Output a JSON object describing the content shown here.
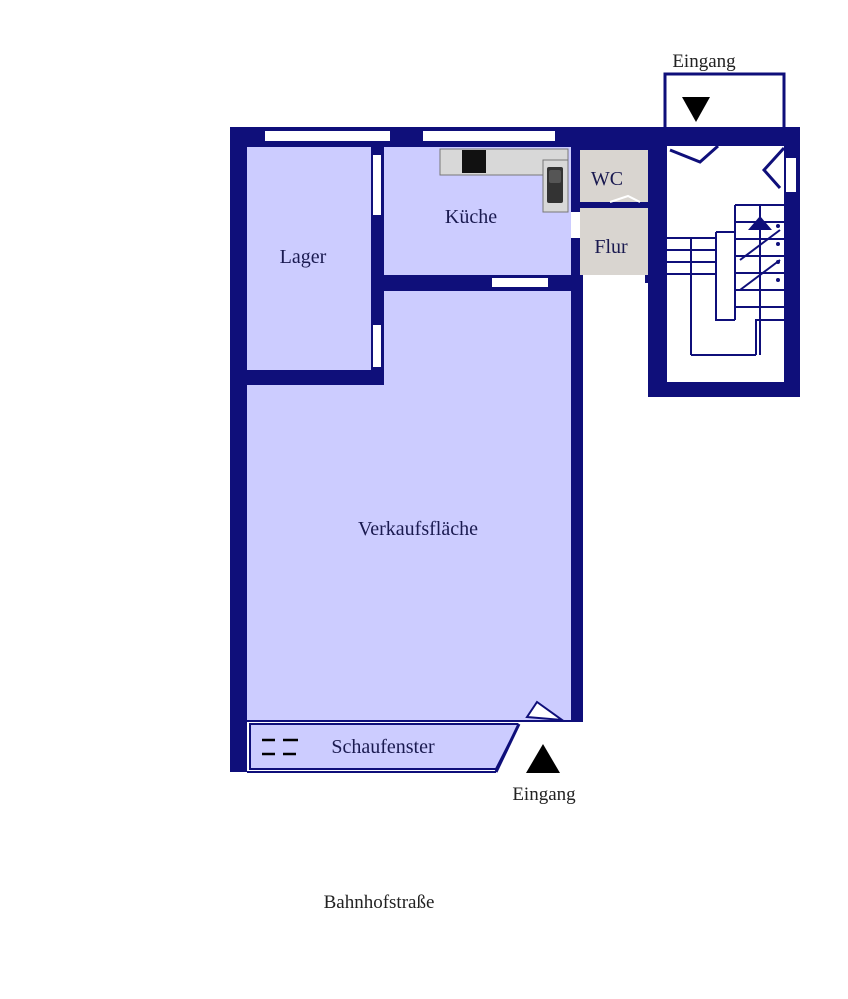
{
  "rooms": {
    "lager": "Lager",
    "kueche": "Küche",
    "wc": "WC",
    "flur": "Flur",
    "verkaufsflaeche": "Verkaufsfläche",
    "schaufenster": "Schaufenster"
  },
  "entrances": {
    "top": "Eingang",
    "bottom": "Eingang"
  },
  "street": "Bahnhofstraße",
  "colors": {
    "wall": "#0f0f7a",
    "room_fill": "#ccccff",
    "service_fill": "#d9d5d0",
    "arrow": "#000000"
  }
}
